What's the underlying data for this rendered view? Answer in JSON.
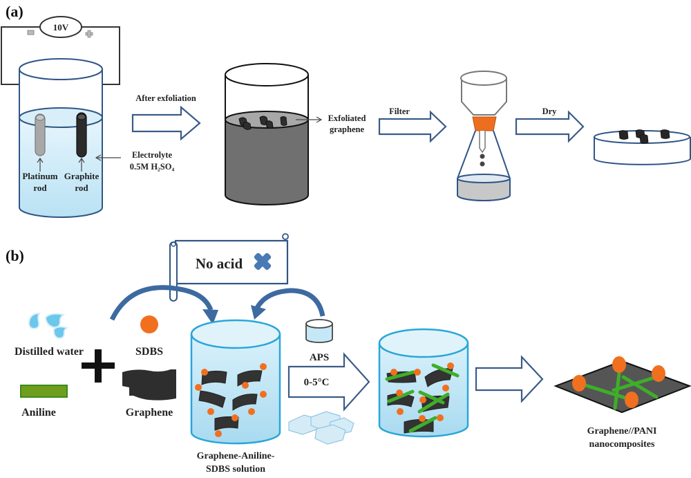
{
  "panel_a": {
    "label": "(a)",
    "voltage": "10V",
    "polarity_negative": "−",
    "polarity_positive": "+",
    "platinum_rod": [
      "Platinum",
      "rod"
    ],
    "graphite_rod": [
      "Graphite",
      "rod"
    ],
    "electrolyte": [
      "Electrolyte",
      "0.5M H₂SO₄"
    ],
    "step1": "After exfoliation",
    "exfoliated": [
      "Exfoliated",
      "graphene"
    ],
    "step2": "Filter",
    "step3": "Dry"
  },
  "panel_b": {
    "label": "(b)",
    "sign": "No acid",
    "distilled_water": "Distilled water",
    "sdbs": "SDBS",
    "aniline": "Aniline",
    "graphene": "Graphene",
    "aps": "APS",
    "temperature": "0-5°C",
    "solution": [
      "Graphene-Aniline-",
      "SDBS solution"
    ],
    "product": [
      "Graphene//PANI",
      "nanocomposites"
    ]
  },
  "colors": {
    "outline_blue": "#2f5586",
    "water_blue": "#c9e9f6",
    "beaker_cyan": "#2aa6d8",
    "orange": "#f07020",
    "green": "#3fae2a",
    "graphene_dark": "#333333",
    "cross_blue": "#4a7ab5"
  }
}
